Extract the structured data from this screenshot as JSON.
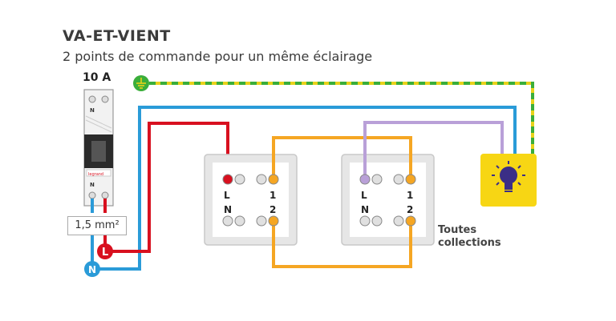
{
  "header": {
    "title": "VA-ET-VIENT",
    "subtitle": "2 points de commande pour un même éclairage"
  },
  "breaker": {
    "rating": "10 A",
    "top_label": "N",
    "bottom_label": "N",
    "brand": "legrand",
    "cable_section": "1,5 mm²"
  },
  "supply": {
    "live": "L",
    "neutral": "N"
  },
  "switch_left": {
    "label_l": "L",
    "label_n": "N",
    "label_1": "1",
    "label_2": "2"
  },
  "switch_right": {
    "label_l": "L",
    "label_n": "N",
    "label_1": "1",
    "label_2": "2"
  },
  "note": {
    "line1": "Toutes",
    "line2": "collections"
  },
  "colors": {
    "live": "#d8101f",
    "neutral": "#2a9bd8",
    "earth_yellow": "#e8d21a",
    "earth_green": "#3aae3a",
    "traveller": "#f5a623",
    "return": "#b9a0d8",
    "lamp_bg": "#f7d614",
    "lamp_bulb": "#3b2e86"
  }
}
